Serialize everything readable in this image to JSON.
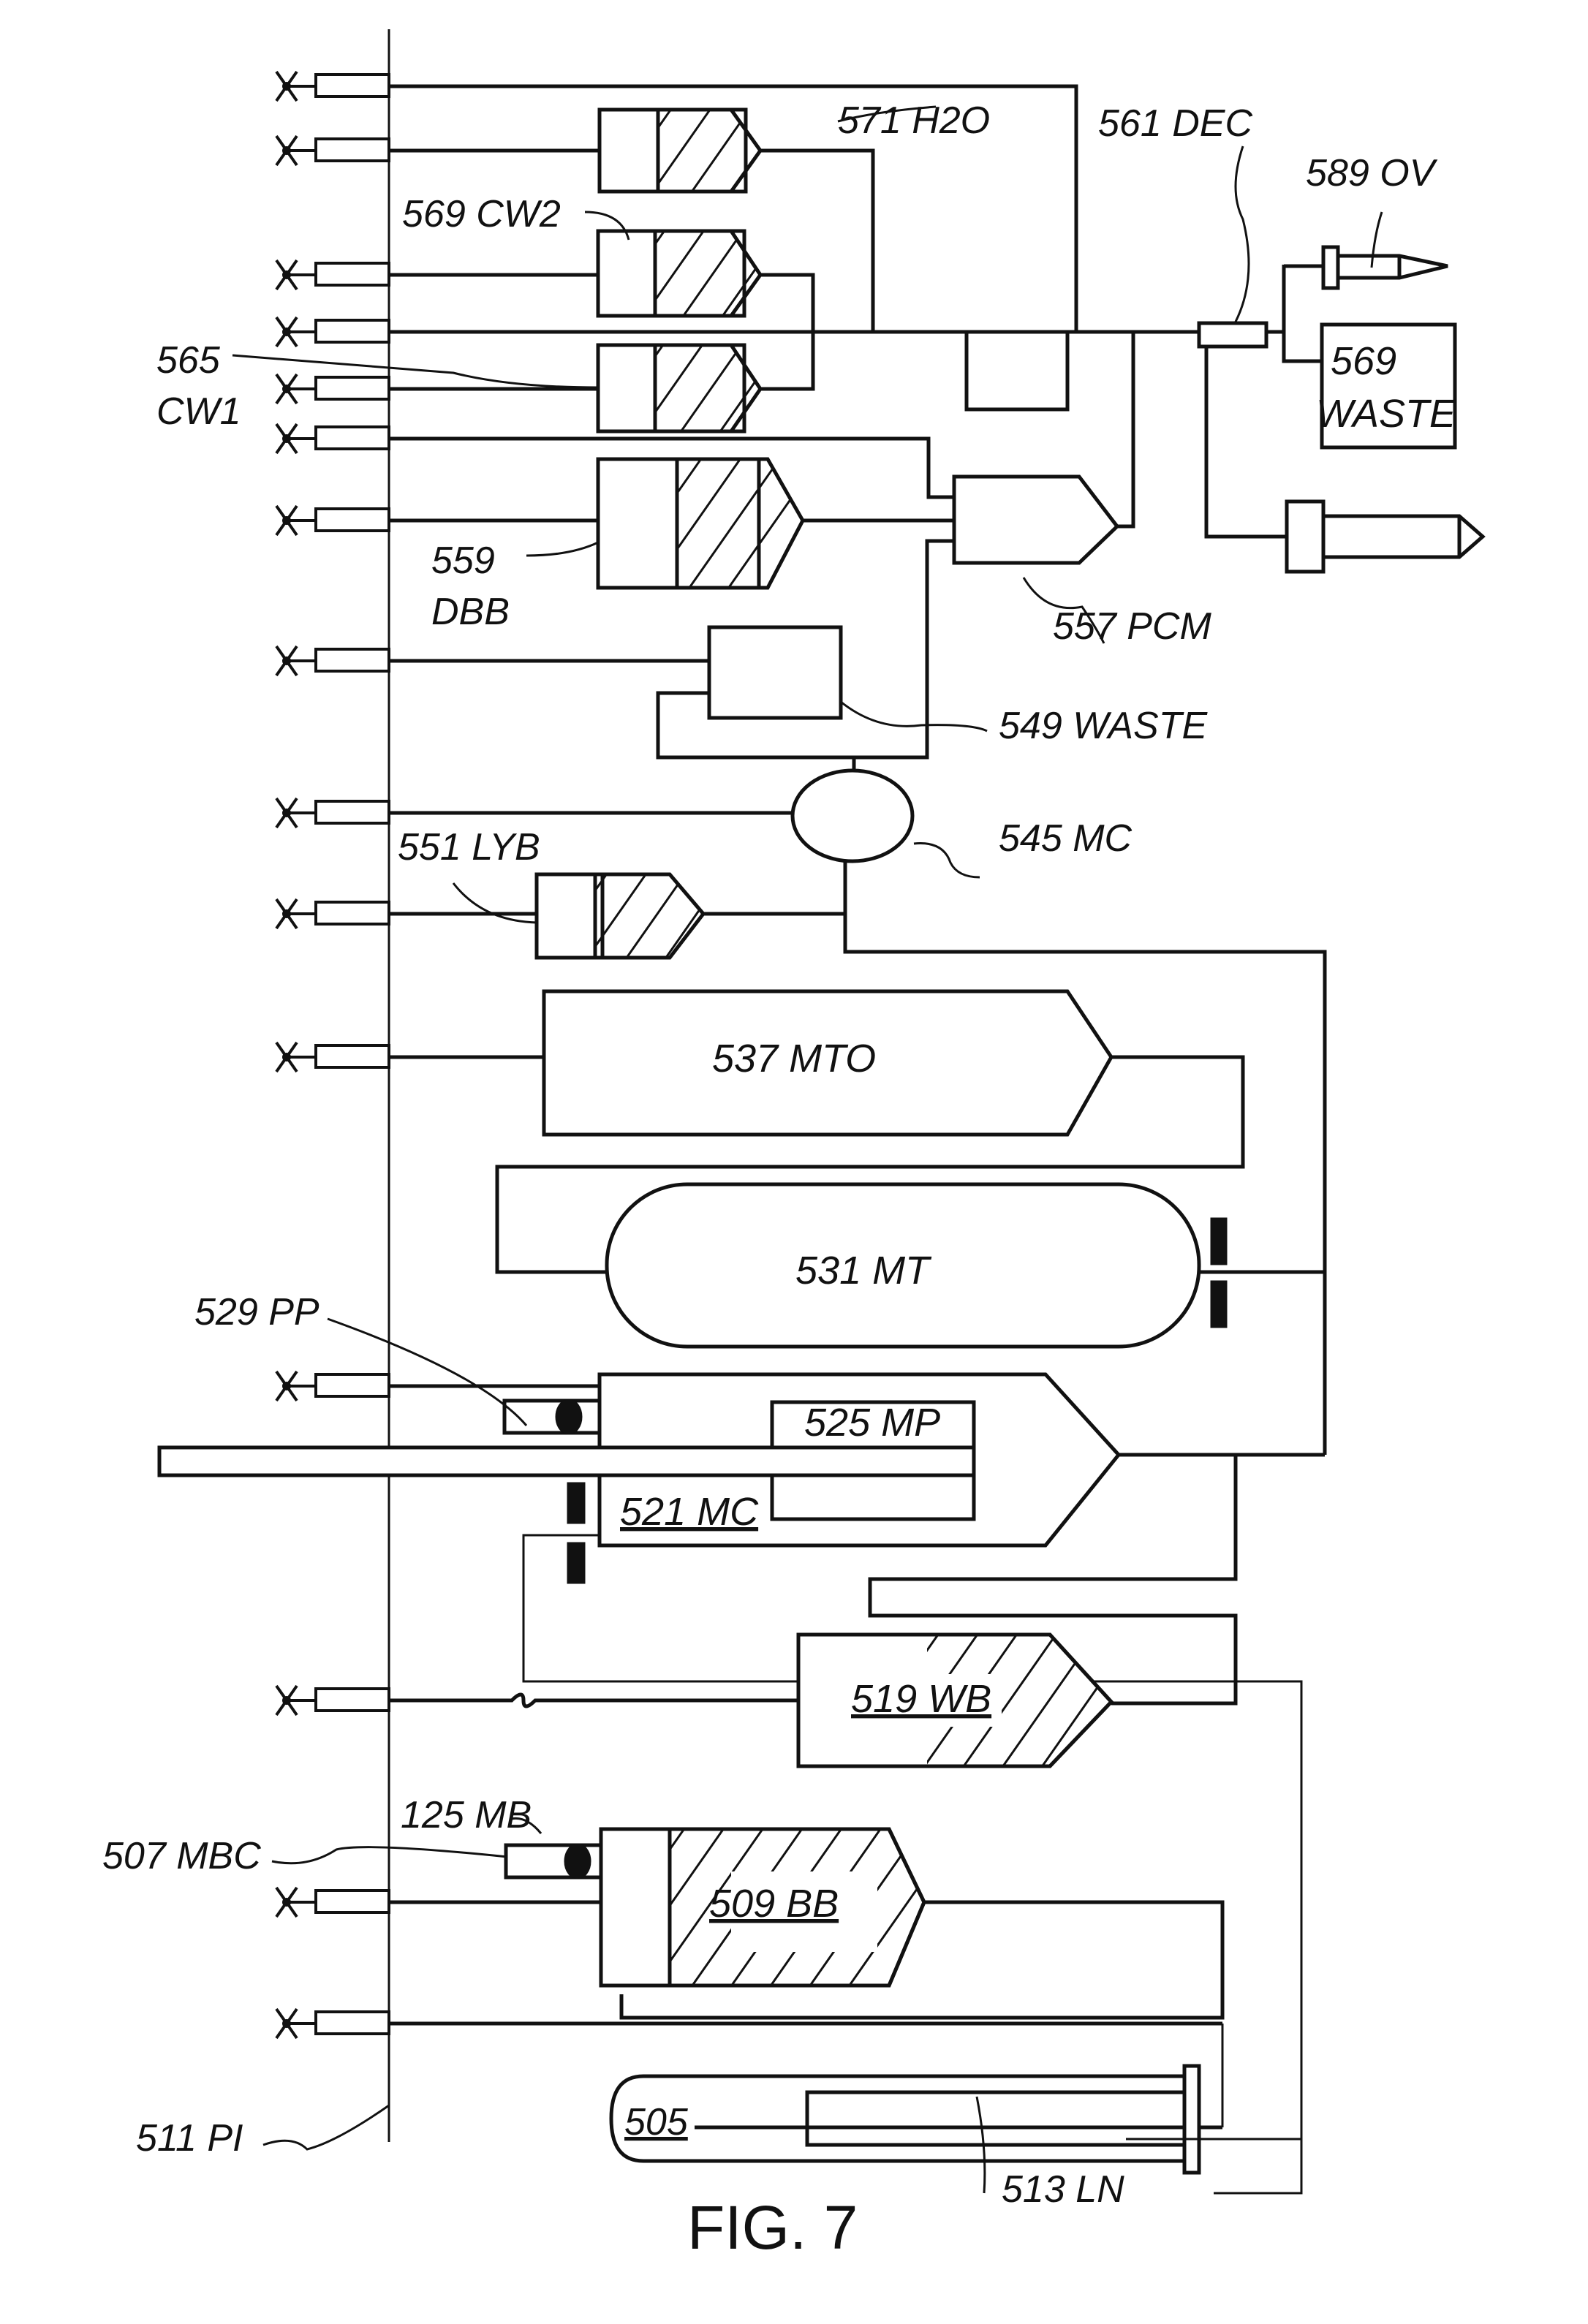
{
  "figure": {
    "caption": "FIG. 7",
    "line_color": "#111111",
    "background": "#ffffff"
  },
  "labels": {
    "h2o": "571 H2O",
    "dec": "561 DEC",
    "ov": "589 OV",
    "cw2": "569  CW2",
    "waste_569_num": "569",
    "waste_569_word": "WASTE",
    "cw1_num": "565",
    "cw1_word": "CW1",
    "dbb_num": "559",
    "dbb_word": "DBB",
    "pcm": "557 PCM",
    "waste_549": "549 WASTE",
    "mc_545": "545 MC",
    "lyb": "551  LYB",
    "mto": "537 MTO",
    "mt": "531  MT",
    "pp": "529 PP",
    "mp": "525 MP",
    "mc_521": "521 MC",
    "wb": "519 WB",
    "mb": "125 MB",
    "mbc": "507 MBC",
    "bb": "509 BB",
    "n505": "505",
    "ln": "513 LN",
    "pi": "511 PI"
  },
  "components": [
    {
      "id": "571",
      "name": "H2O",
      "type": "reservoir-hatched"
    },
    {
      "id": "569",
      "name": "CW2",
      "type": "reservoir-hatched"
    },
    {
      "id": "565",
      "name": "CW1",
      "type": "reservoir-hatched"
    },
    {
      "id": "559",
      "name": "DBB",
      "type": "reservoir-hatched"
    },
    {
      "id": "557",
      "name": "PCM",
      "type": "chamber"
    },
    {
      "id": "561",
      "name": "DEC",
      "type": "detector"
    },
    {
      "id": "589",
      "name": "OV",
      "type": "outlet-valve"
    },
    {
      "id": "569",
      "name": "WASTE",
      "type": "waste-box"
    },
    {
      "id": "549",
      "name": "WASTE",
      "type": "waste-box"
    },
    {
      "id": "545",
      "name": "MC",
      "type": "mixing-chamber"
    },
    {
      "id": "551",
      "name": "LYB",
      "type": "reservoir-hatched"
    },
    {
      "id": "537",
      "name": "MTO",
      "type": "chamber"
    },
    {
      "id": "531",
      "name": "MT",
      "type": "tank"
    },
    {
      "id": "529",
      "name": "PP",
      "type": "pump-piston"
    },
    {
      "id": "525",
      "name": "MP",
      "type": "chamber"
    },
    {
      "id": "521",
      "name": "MC",
      "type": "chamber"
    },
    {
      "id": "519",
      "name": "WB",
      "type": "reservoir-hatched"
    },
    {
      "id": "125",
      "name": "MB",
      "type": "bead"
    },
    {
      "id": "507",
      "name": "MBC",
      "type": "bead-carrier"
    },
    {
      "id": "509",
      "name": "BB",
      "type": "reservoir-hatched"
    },
    {
      "id": "505",
      "name": "",
      "type": "sample-tube"
    },
    {
      "id": "513",
      "name": "LN",
      "type": "lance"
    },
    {
      "id": "511",
      "name": "PI",
      "type": "port-interface"
    }
  ]
}
